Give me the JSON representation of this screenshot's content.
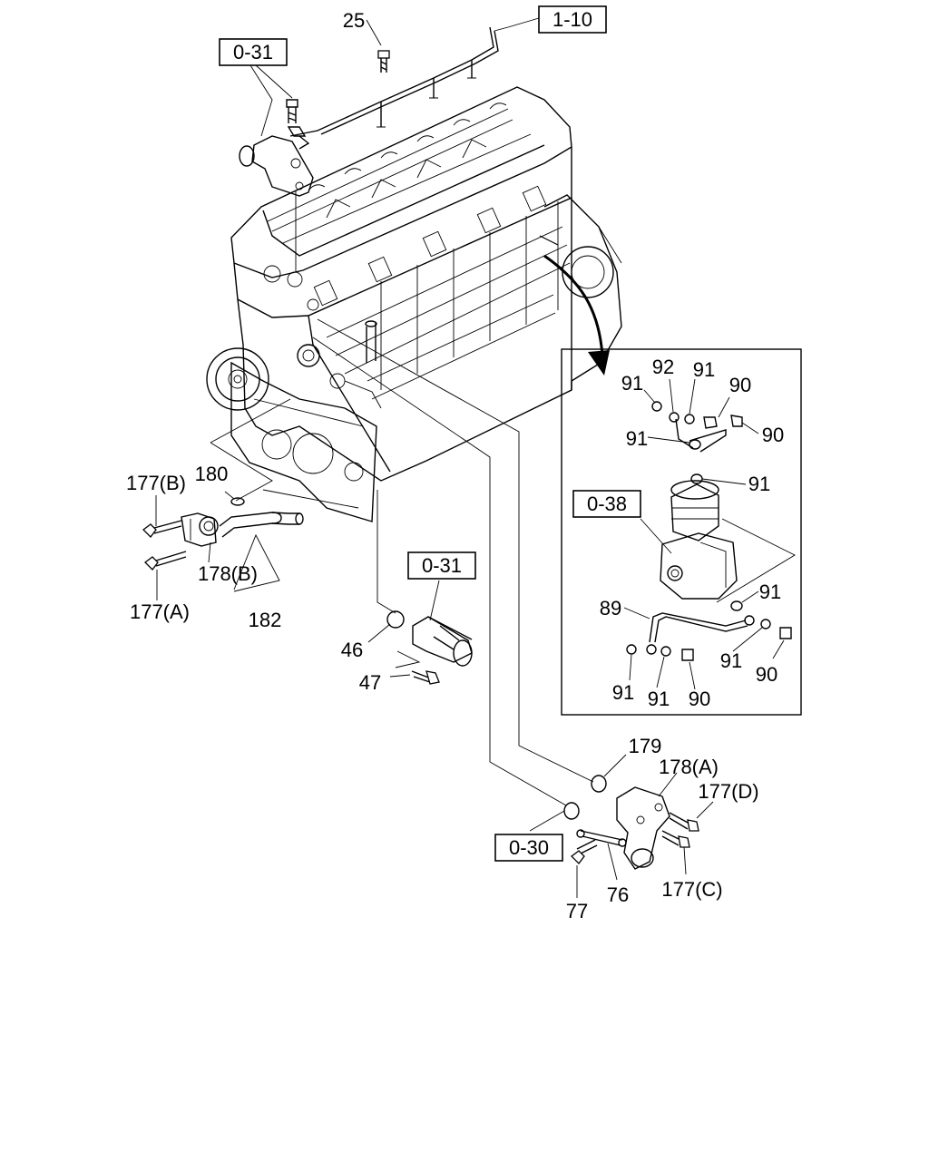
{
  "ref_boxes": {
    "b1_10": "1-10",
    "b0_31_top": "0-31",
    "b0_31_mid": "0-31",
    "b0_38": "0-38",
    "b0_30": "0-30"
  },
  "labels": {
    "l25": "25",
    "l177b": "177(B)",
    "l180": "180",
    "l178b": "178(B)",
    "l177a": "177(A)",
    "l182": "182",
    "l46": "46",
    "l47": "47",
    "l91_a": "91",
    "l92": "92",
    "l91_b": "91",
    "l90_a": "90",
    "l90_b": "90",
    "l91_c": "91",
    "l91_d": "91",
    "l91_e": "91",
    "l89": "89",
    "l91_f": "91",
    "l90_c": "90",
    "l91_g": "91",
    "l91_h": "91",
    "l90_d": "90",
    "l179": "179",
    "l178a": "178(A)",
    "l177d": "177(D)",
    "l77": "77",
    "l76": "76",
    "l177c": "177(C)"
  }
}
